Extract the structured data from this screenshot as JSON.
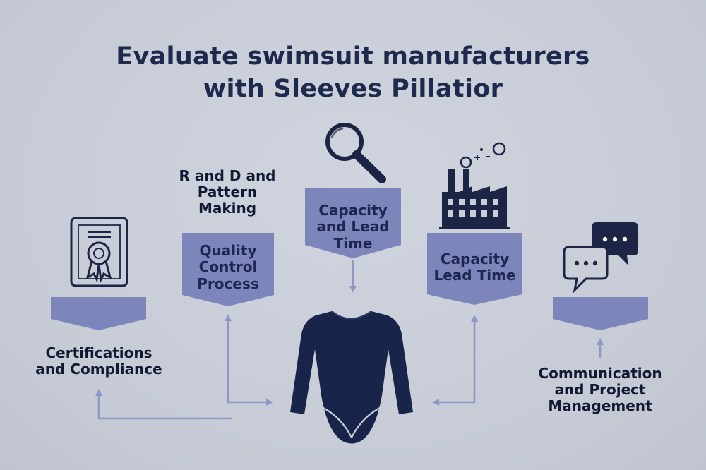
{
  "title": {
    "line1": "Evaluate swimsuit manufacturers",
    "line2": "with Sleeves Pillatior"
  },
  "labels": {
    "rd": [
      "R and D and",
      "Pattern",
      "Making"
    ],
    "quality": [
      "Quality",
      "Control",
      "Process"
    ],
    "capacity_center": [
      "Capacity",
      "and Lead",
      "Time"
    ],
    "capacity_right": [
      "Capacity",
      "Lead Time"
    ],
    "certifications": [
      "Certifications",
      "and Compliance"
    ],
    "communication": [
      "Communication",
      "and Project",
      "Management"
    ]
  },
  "icons": {
    "certificate": "certificate-icon",
    "magnifier": "magnifying-glass-icon",
    "factory": "factory-icon",
    "chat": "chat-bubbles-icon",
    "swimsuit": "long-sleeve-swimsuit-icon"
  },
  "colors": {
    "background": "#c9ced9",
    "banner": "#7d86bb",
    "connector": "#8f97c6",
    "icon": "#1c2545",
    "text": "#121a33"
  }
}
